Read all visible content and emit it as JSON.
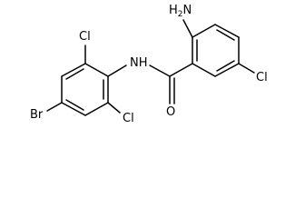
{
  "atoms": {
    "amino": {
      "main": "H",
      "sub": "2",
      "tail": "N"
    },
    "amide_nitrogen": "NH",
    "carbonyl_oxygen": "O",
    "chlorine_top_left": "Cl",
    "chlorine_right": "Cl",
    "chlorine_bottom": "Cl",
    "bromine": "Br"
  },
  "colors": {
    "bond": "#000000",
    "label": "#000000",
    "background": "#ffffff"
  }
}
